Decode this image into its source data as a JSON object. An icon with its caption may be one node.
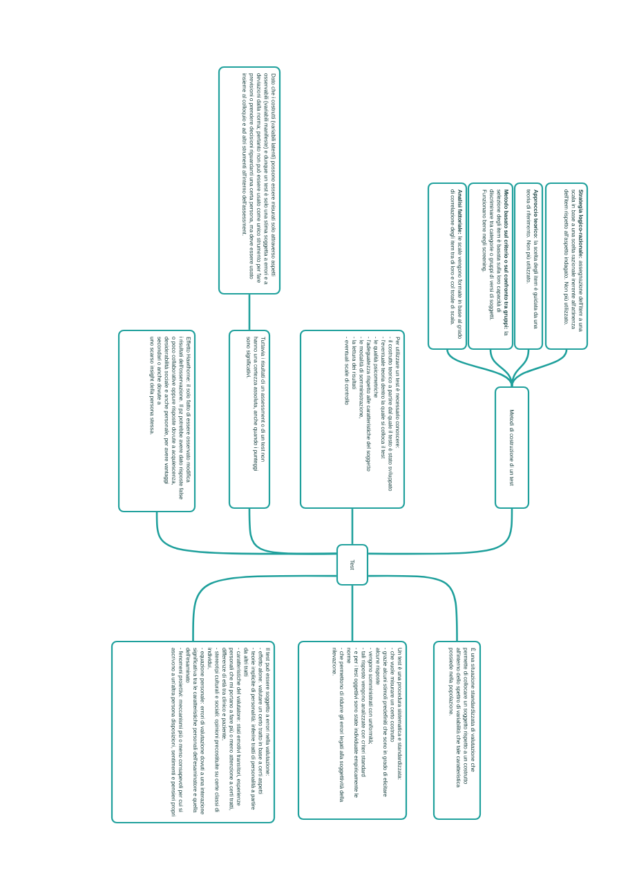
{
  "diagram": {
    "nodes": [
      {
        "text": [
          "Test"
        ]
      },
      {
        "text": [
          "Metodi di costruzione di un test"
        ]
      },
      {
        "text": [
          "**Strategia logico-razionale:** assegnazione dell'item a una scala in base a una scelta razionale inerente all'attinenza dell'item rispetto all'aspetto indagato. Non più utilizzato."
        ]
      },
      {
        "text": [
          "**Approccio teorico:** la scelta degli item è guidata da una teoria di riferimento. Non più utilizzato."
        ]
      },
      {
        "text": [
          "**Metodo basato sul criterio o sul confronto tra gruppi:** la selezione degli item è basata sulla loro capacità di discriminare tra categorie o gruppi di versi di soggetti. Funzionano bene negli screening."
        ]
      },
      {
        "text": [
          "**Analisi fattoriale:** le scale vengono formate in base al grado di correlazione degli item tra di loro e col totale di scala."
        ]
      },
      {
        "text": [
          "Per utilizzare un test è necessario conoscere:",
          "- il costrutto teorico a partire dal quale il testo è stato sviluppato",
          "- l'eventuale teoria dentro la quale si colloca il test",
          "- le qualità psicometriche",
          "- l'adeguatezza rispetto alle caratteristiche del soggetto",
          "- le modalità di somministrazione,",
          "- la lettura dei risultati",
          "- eventuali scale di controllo"
        ]
      },
      {
        "text": [
          "Tuttavia i risultati di un assessment o di un test non hanno una certezza assoluta, anche quando i punteggi sono significativi."
        ]
      },
      {
        "text": [
          "Dato che i costrutti (variabili latenti) possono essere misurati solo attraverso aspetti osservabili (variabili manifeste) e dunque un test è solo una stima soggetta a errori e a deviazioni dalla norma; pertanto non può essere usato come unico strumento per fare previsioni o prendere decisioni riguardanti una certa persona, ma deve essere usato insieme al colloquio e ad altri strumenti all'interno dell'assessment."
        ]
      },
      {
        "text": [
          "Effetto Hawthorne: il solo fatto di essere osservato modifica",
          "i risultati dell'osservazione. Il pz potrebbe avere dato risposte false o poco collaborative oppure risposte dovute a acquiescenza, desiderabilità sociale e anche personale, per avere vantaggi secondari o anche dovute a",
          "uno scarso insight della persona stessa."
        ]
      },
      {
        "text": [
          "È una situazione standardizzata di valutazione che permette di collocare un soggetto rispetto a un costrutto all'interno dello spettro di variabilità che tale caratteristica possiede nella popolazione."
        ]
      },
      {
        "text": [
          "Un test è una procedura sistematica e standardizzata:",
          "- che vuole misurare un certo costrutto",
          "- grazie alcuni stimoli predefiniti che sono in grado di elicitare alcune risposte",
          "- vengono somministrati con uniformità;",
          "- tali risposte vengono analizzate con criteri standard",
          "- e per i test oggettivi sono state individuate empiricamente le norme",
          "- che permettono di ridurre gli errori legati alla soggettività della rilevazione."
        ]
      },
      {
        "text": [
          "Il test può essere soggetto a errori nella valutazione:",
          "- effetto alone: valutare un certo tratto in base a certi aspetti",
          "- teorie implicite di personalità: inferire tratti di personalità a partire da altri tratti",
          "- caratteristiche del valutatore: stati emotivi transitori, esperienze personali che mi portano a fare più o meno attenzione a certi tratti, differenze di età tra clinico e paziente,",
          "- stereotipi culturali e sociali: opinioni precostituite su certe classi di individui,",
          "- equazione personale: errori di valutazione dovuti a una interazione significativa tra le caratteristiche personali dell'esaminatore e quella dell'esaminato",
          "- fenomeni proiettivi: meccanismi più o meno consapevoli per cui si ascrivono a un'altra persona disposizioni, sentimenti e pensieri propri"
        ]
      }
    ],
    "edges": [
      {
        "from": 0,
        "to": 1,
        "arrow": "none"
      },
      {
        "from": 1,
        "to": 2,
        "arrow": "none"
      },
      {
        "from": 1,
        "to": 3,
        "arrow": "none"
      },
      {
        "from": 1,
        "to": 4,
        "arrow": "none"
      },
      {
        "from": 1,
        "to": 5,
        "arrow": "none"
      },
      {
        "from": 0,
        "to": 6,
        "arrow": "none"
      },
      {
        "from": 0,
        "to": 7,
        "arrow": "none"
      },
      {
        "from": 7,
        "to": 8,
        "arrow": "none"
      },
      {
        "from": 0,
        "to": 9,
        "arrow": "none"
      },
      {
        "from": 0,
        "to": 10,
        "arrow": "none"
      },
      {
        "from": 0,
        "to": 11,
        "arrow": "none"
      },
      {
        "from": 0,
        "to": 12,
        "arrow": "none"
      }
    ]
  }
}
